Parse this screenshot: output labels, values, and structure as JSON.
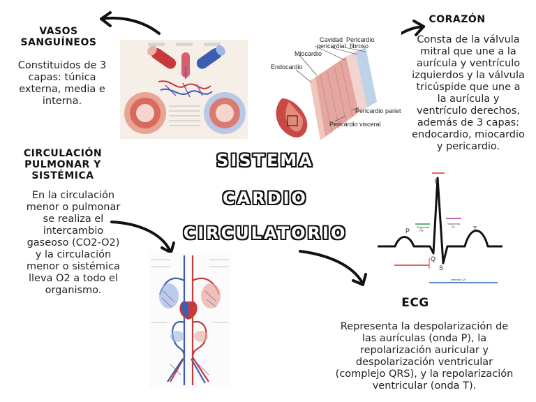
{
  "title": {
    "line1": "SISTEMA",
    "line2": "CARDIO",
    "line3": "CIRCULATORIO"
  },
  "vasos": {
    "heading_line1": "VASOS",
    "heading_line2": "SANGUÍNEOS",
    "text_lines": [
      "Constituidos de 3",
      "capas: túnica",
      "externa, media e",
      "interna."
    ]
  },
  "corazon": {
    "heading": "CORAZÓN",
    "text_lines": [
      "Consta de la válvula",
      "mitral que une a la",
      "aurícula y ventrículo",
      "izquierdos y la válvula",
      "tricúspide que une a",
      "la  aurícula y",
      "ventrículo derechos,",
      "además de 3 capas:",
      "endocardio, miocardio",
      "y pericardio."
    ],
    "diagram_labels": {
      "cavidad_1": "Cavidad",
      "cavidad_2": "pericardial",
      "pericardio_fibroso_1": "Pericardio",
      "pericardio_fibroso_2": "fibroso",
      "miocardio": "Miocardio",
      "endocardio": "Endocardio",
      "pericardio_parietal": "Pericardio pariet",
      "pericardio_visceral": "Pericardio visceral"
    }
  },
  "circulacion": {
    "heading_lines": [
      "CIRCULACIÓN",
      "PULMONAR Y",
      "SISTÉMICA"
    ],
    "text_lines": [
      "En la circulación",
      "menor o pulmonar",
      "se realiza el",
      "intercambio",
      "gaseoso (CO2-O2)",
      "y la circulación",
      "menor o sistémica",
      "lleva O2 a todo el",
      "organismo."
    ]
  },
  "ecg": {
    "heading": "ECG",
    "text_lines": [
      "Representa la despolarización de",
      "las aurículas (onda P), la",
      "repolarización auricular y",
      "despolarización ventricular",
      "(complejo QRS), y la repolarización",
      "ventricular (onda T)."
    ],
    "wave_labels": {
      "p": "P",
      "q": "Q",
      "r": "R",
      "s": "S",
      "t": "T"
    }
  },
  "colors": {
    "artery_red": "#c8393b",
    "vein_blue": "#3a5fb0",
    "heart_pink": "#e3a7a0",
    "ecg_red": "#d9303a",
    "ecg_green": "#2e9a3c",
    "ecg_magenta": "#b0309a",
    "ecg_blue": "#2c5fc0"
  }
}
